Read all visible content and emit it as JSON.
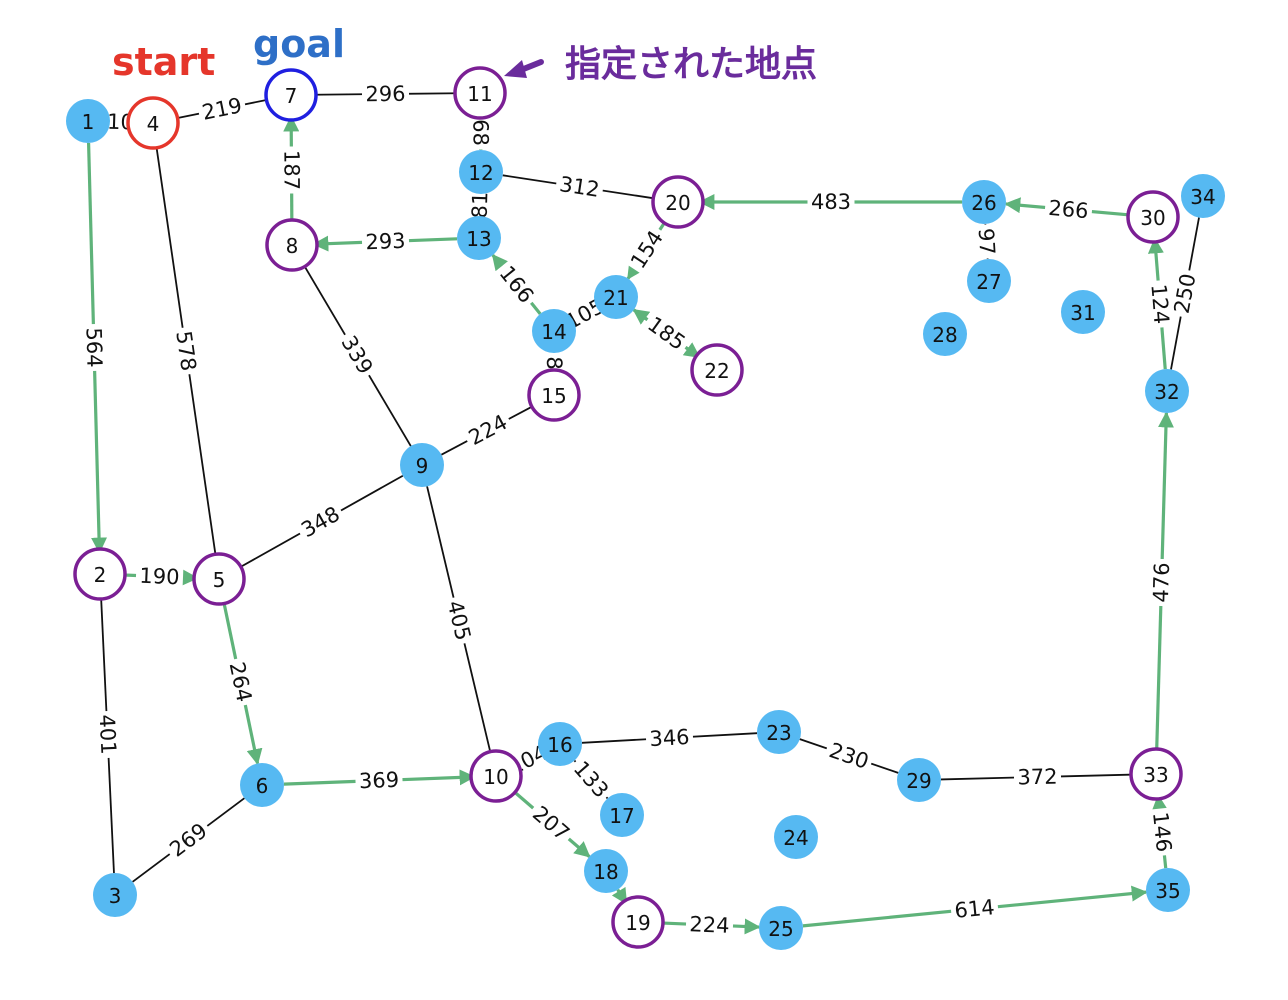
{
  "annotations": {
    "start": "start",
    "goal": "goal",
    "waypoint_label": "指定された地点"
  },
  "colors": {
    "node_fill": "#56b9f2",
    "path_edge": "#5fb37a",
    "plain_edge": "#111111",
    "start_ring": "#e5362b",
    "goal_ring": "#1f1fe0",
    "waypoint_ring": "#7b1f94",
    "start_text": "#e5362b",
    "goal_text": "#2e6fc7",
    "waypoint_text": "#6a2c9c",
    "arrow_icon": "#6a2c9c"
  },
  "nodes": [
    {
      "id": "1",
      "kind": "plain"
    },
    {
      "id": "2",
      "kind": "waypoint"
    },
    {
      "id": "3",
      "kind": "plain"
    },
    {
      "id": "4",
      "kind": "start"
    },
    {
      "id": "5",
      "kind": "waypoint"
    },
    {
      "id": "6",
      "kind": "plain"
    },
    {
      "id": "7",
      "kind": "goal"
    },
    {
      "id": "8",
      "kind": "waypoint"
    },
    {
      "id": "9",
      "kind": "plain"
    },
    {
      "id": "10",
      "kind": "waypoint"
    },
    {
      "id": "11",
      "kind": "waypoint"
    },
    {
      "id": "12",
      "kind": "plain"
    },
    {
      "id": "13",
      "kind": "plain"
    },
    {
      "id": "14",
      "kind": "plain"
    },
    {
      "id": "15",
      "kind": "waypoint"
    },
    {
      "id": "16",
      "kind": "plain"
    },
    {
      "id": "17",
      "kind": "plain"
    },
    {
      "id": "18",
      "kind": "plain"
    },
    {
      "id": "19",
      "kind": "waypoint"
    },
    {
      "id": "20",
      "kind": "waypoint"
    },
    {
      "id": "21",
      "kind": "plain"
    },
    {
      "id": "22",
      "kind": "waypoint"
    },
    {
      "id": "23",
      "kind": "plain"
    },
    {
      "id": "24",
      "kind": "plain"
    },
    {
      "id": "25",
      "kind": "plain"
    },
    {
      "id": "26",
      "kind": "plain"
    },
    {
      "id": "27",
      "kind": "plain"
    },
    {
      "id": "28",
      "kind": "plain"
    },
    {
      "id": "29",
      "kind": "plain"
    },
    {
      "id": "30",
      "kind": "waypoint"
    },
    {
      "id": "31",
      "kind": "plain"
    },
    {
      "id": "32",
      "kind": "plain"
    },
    {
      "id": "33",
      "kind": "waypoint"
    },
    {
      "id": "34",
      "kind": "plain"
    },
    {
      "id": "35",
      "kind": "plain"
    }
  ],
  "edges": [
    {
      "from": "1",
      "to": "4",
      "weight": "10",
      "path": true
    },
    {
      "from": "4",
      "to": "7",
      "weight": "219",
      "path": false
    },
    {
      "from": "7",
      "to": "11",
      "weight": "296",
      "path": false
    },
    {
      "from": "1",
      "to": "2",
      "weight": "564",
      "path": true
    },
    {
      "from": "4",
      "to": "5",
      "weight": "578",
      "path": false
    },
    {
      "from": "8",
      "to": "7",
      "weight": "187",
      "path": true
    },
    {
      "from": "11",
      "to": "12",
      "weight": "68",
      "path": true
    },
    {
      "from": "12",
      "to": "11",
      "weight": "",
      "path": true
    },
    {
      "from": "12",
      "to": "20",
      "weight": "312",
      "path": false
    },
    {
      "from": "12",
      "to": "13",
      "weight": "81",
      "path": true
    },
    {
      "from": "13",
      "to": "8",
      "weight": "293",
      "path": true
    },
    {
      "from": "20",
      "to": "21",
      "weight": "154",
      "path": true
    },
    {
      "from": "26",
      "to": "20",
      "weight": "483",
      "path": true
    },
    {
      "from": "30",
      "to": "26",
      "weight": "266",
      "path": true
    },
    {
      "from": "26",
      "to": "27",
      "weight": "97",
      "path": false
    },
    {
      "from": "14",
      "to": "13",
      "weight": "166",
      "path": true
    },
    {
      "from": "21",
      "to": "14",
      "weight": "105",
      "path": true
    },
    {
      "from": "21",
      "to": "22",
      "weight": "185",
      "path": true
    },
    {
      "from": "22",
      "to": "21",
      "weight": "",
      "path": true
    },
    {
      "from": "14",
      "to": "15",
      "weight": "8",
      "path": true
    },
    {
      "from": "15",
      "to": "14",
      "weight": "",
      "path": true
    },
    {
      "from": "15",
      "to": "9",
      "weight": "224",
      "path": false
    },
    {
      "from": "8",
      "to": "9",
      "weight": "339",
      "path": false
    },
    {
      "from": "9",
      "to": "5",
      "weight": "348",
      "path": false
    },
    {
      "from": "9",
      "to": "10",
      "weight": "405",
      "path": false
    },
    {
      "from": "2",
      "to": "5",
      "weight": "190",
      "path": true
    },
    {
      "from": "2",
      "to": "3",
      "weight": "401",
      "path": false
    },
    {
      "from": "5",
      "to": "6",
      "weight": "264",
      "path": true
    },
    {
      "from": "3",
      "to": "6",
      "weight": "269",
      "path": false
    },
    {
      "from": "6",
      "to": "10",
      "weight": "369",
      "path": true
    },
    {
      "from": "10",
      "to": "16",
      "weight": "104",
      "path": false
    },
    {
      "from": "16",
      "to": "23",
      "weight": "346",
      "path": false
    },
    {
      "from": "16",
      "to": "17",
      "weight": "133",
      "path": false
    },
    {
      "from": "23",
      "to": "29",
      "weight": "230",
      "path": false
    },
    {
      "from": "29",
      "to": "33",
      "weight": "372",
      "path": false
    },
    {
      "from": "10",
      "to": "18",
      "weight": "207",
      "path": true
    },
    {
      "from": "18",
      "to": "19",
      "weight": "",
      "path": true
    },
    {
      "from": "19",
      "to": "25",
      "weight": "224",
      "path": true
    },
    {
      "from": "25",
      "to": "35",
      "weight": "614",
      "path": true
    },
    {
      "from": "35",
      "to": "33",
      "weight": "146",
      "path": true
    },
    {
      "from": "33",
      "to": "32",
      "weight": "476",
      "path": true
    },
    {
      "from": "32",
      "to": "30",
      "weight": "124",
      "path": true
    },
    {
      "from": "34",
      "to": "32",
      "weight": "250",
      "path": false
    }
  ]
}
